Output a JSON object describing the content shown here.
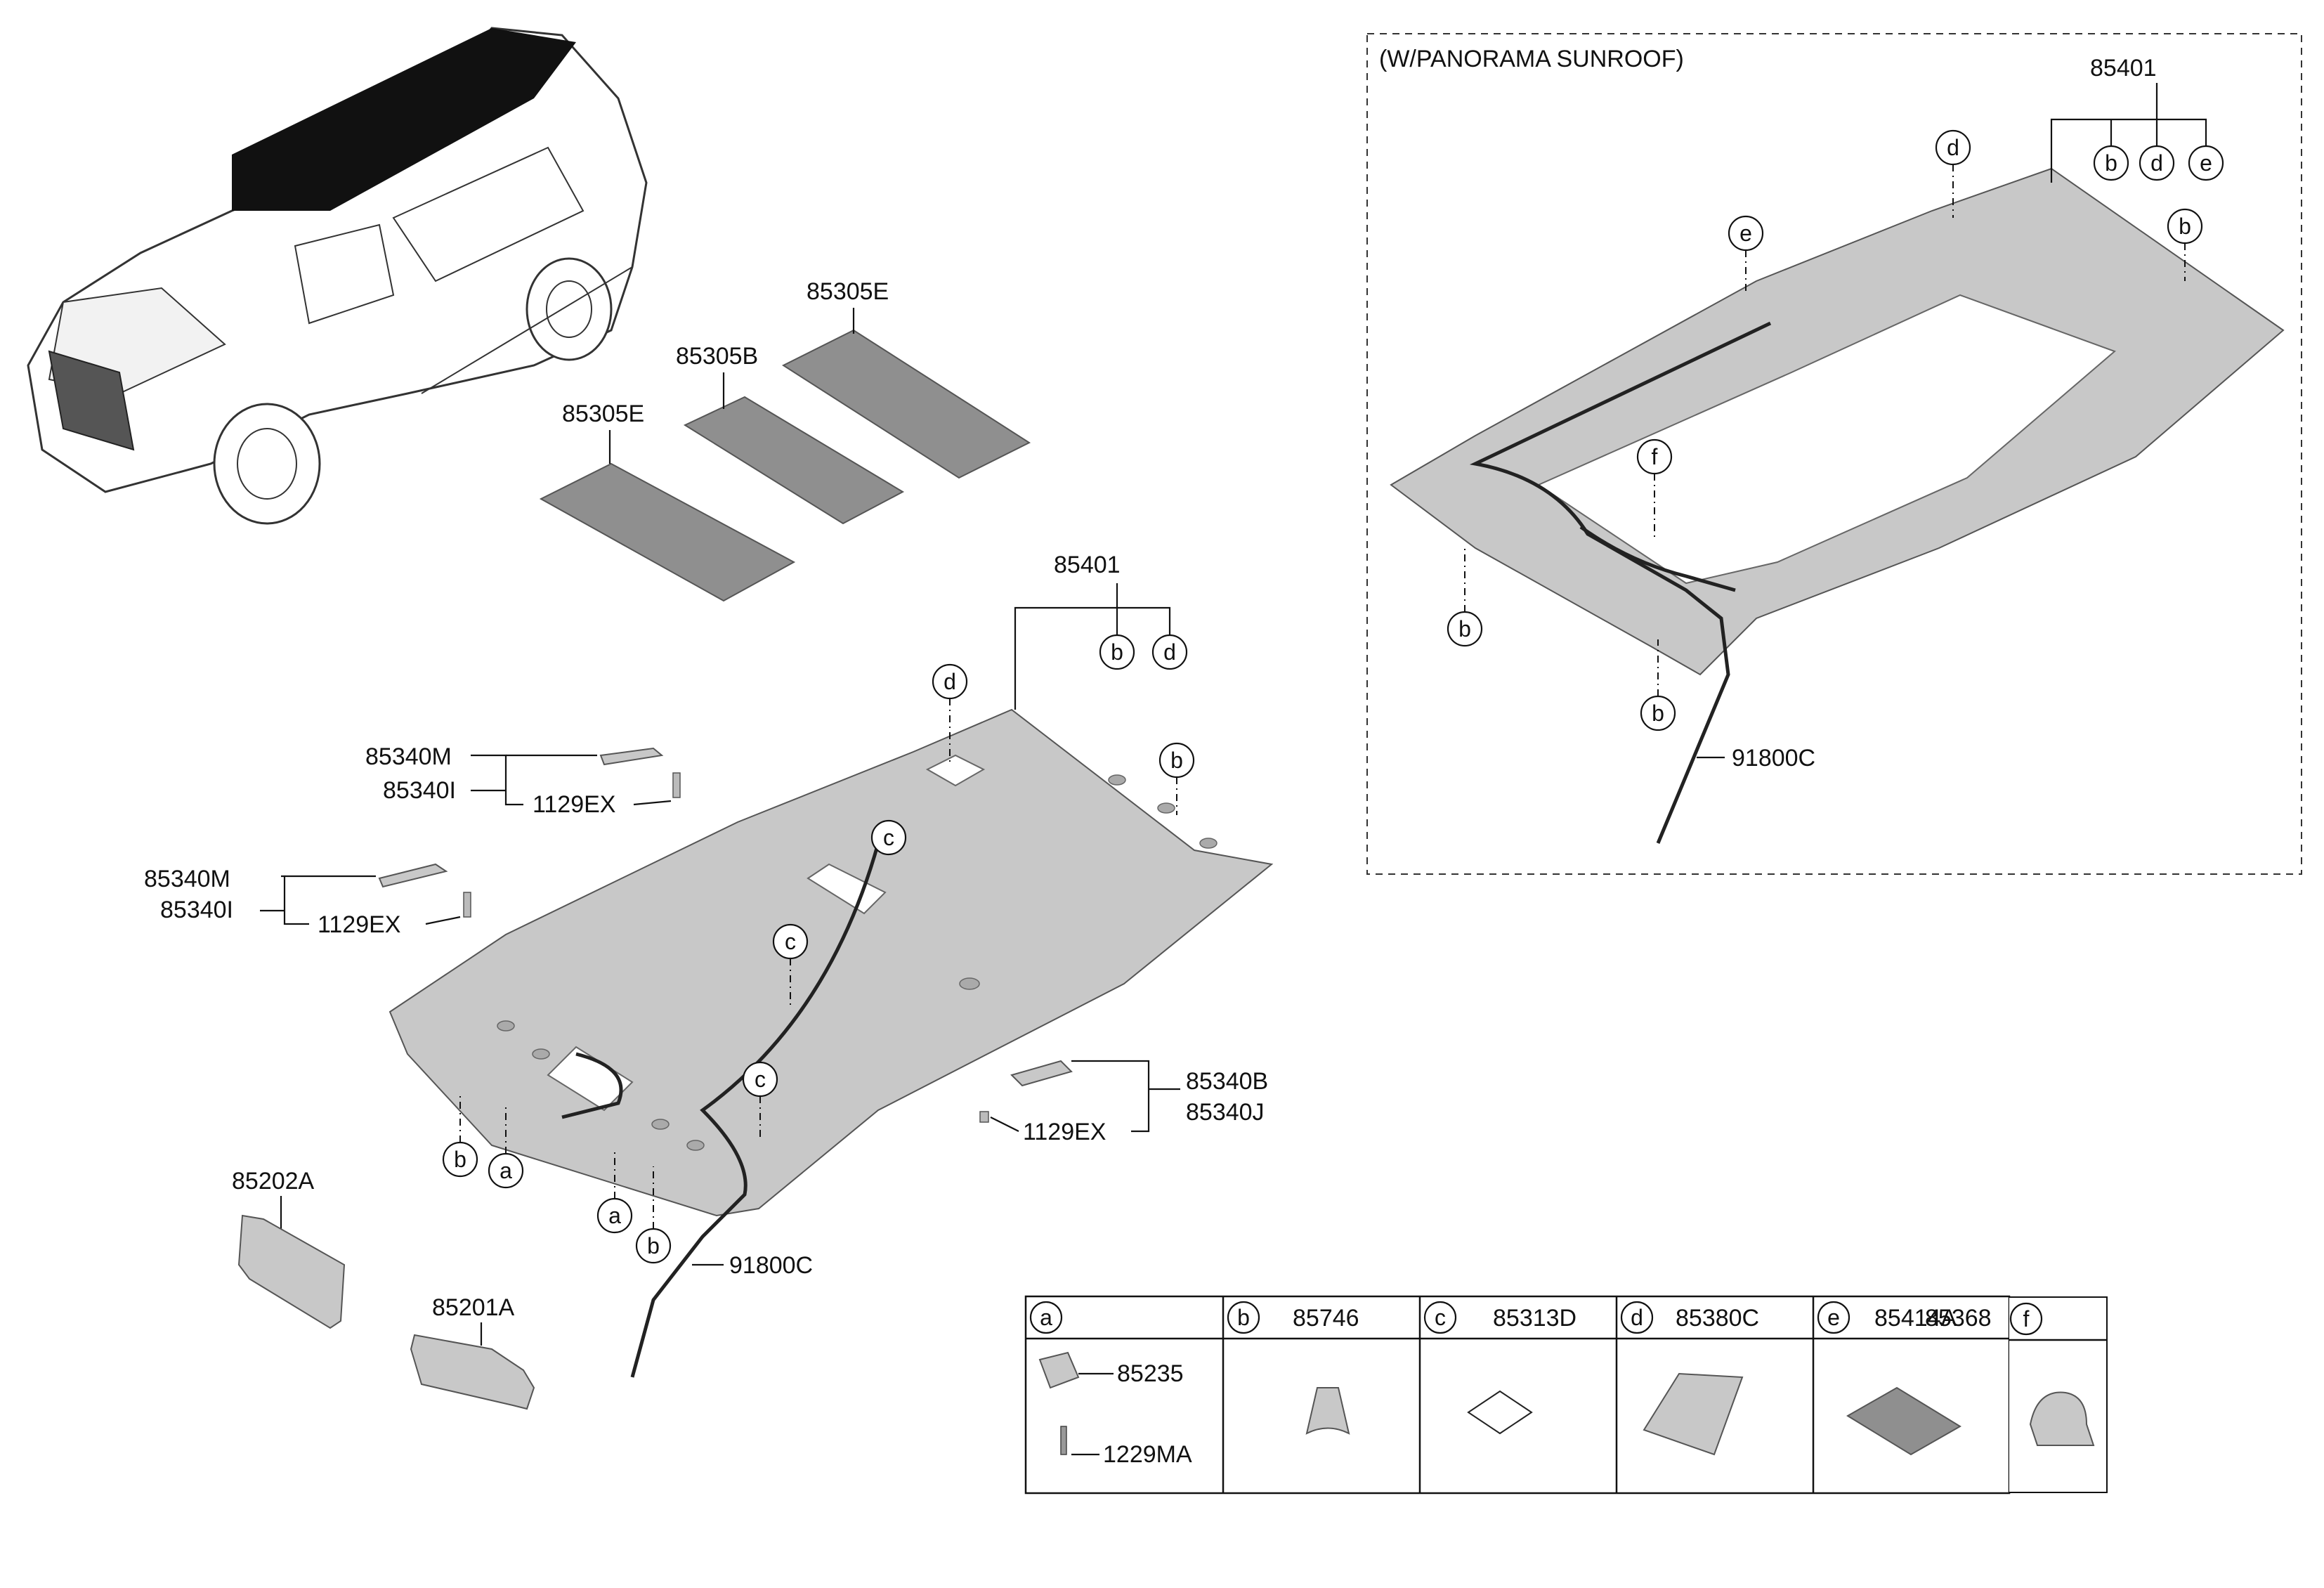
{
  "section_title": "(W/PANORAMA SUNROOF)",
  "labels": {
    "pad_left": "85305E",
    "pad_mid": "85305B",
    "pad_right": "85305E",
    "headliner_main": "85401",
    "headliner_sunroof": "85401",
    "grip_top_a": "85340M",
    "grip_top_b": "85340I",
    "grip_top_screw": "1129EX",
    "grip_left_a": "85340M",
    "grip_left_b": "85340I",
    "grip_left_screw": "1129EX",
    "grip_right_a": "85340B",
    "grip_right_b": "85340J",
    "grip_right_screw": "1129EX",
    "visor_right": "85202A",
    "visor_left": "85201A",
    "wiring_main": "91800C",
    "wiring_sunroof": "91800C"
  },
  "callouts": {
    "a": "a",
    "b": "b",
    "c": "c",
    "d": "d",
    "e": "e",
    "f": "f"
  },
  "legend": [
    {
      "letter": "a",
      "part": "",
      "subparts": [
        "85235",
        "1229MA"
      ]
    },
    {
      "letter": "b",
      "part": "85746"
    },
    {
      "letter": "c",
      "part": "85313D"
    },
    {
      "letter": "d",
      "part": "85380C"
    },
    {
      "letter": "e",
      "part": "85414A"
    },
    {
      "letter": "f",
      "part": "85368"
    }
  ]
}
